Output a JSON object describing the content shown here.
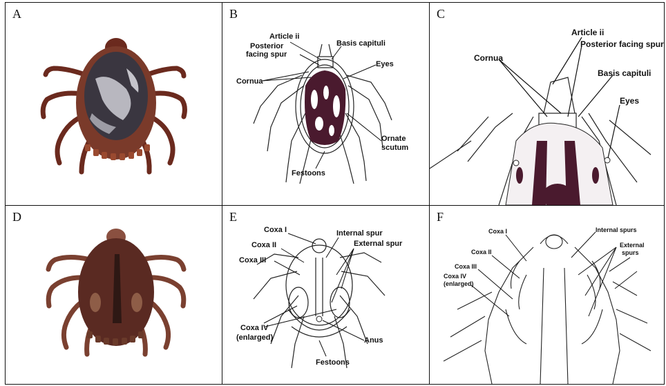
{
  "panels": {
    "A": {
      "letter": "A"
    },
    "B": {
      "letter": "B",
      "labels": {
        "article_ii": "Article ii",
        "basis_capituli": "Basis capituli",
        "posterior_spur_1": "Posterior",
        "posterior_spur_2": "facing spur",
        "eyes": "Eyes",
        "cornua": "Cornua",
        "ornate_scutum_1": "Ornate",
        "ornate_scutum_2": "scutum",
        "festoons": "Festoons"
      }
    },
    "C": {
      "letter": "C",
      "labels": {
        "article_ii": "Article ii",
        "posterior_spur": "Posterior facing spur",
        "cornua": "Cornua",
        "basis_capituli": "Basis capituli",
        "eyes": "Eyes"
      }
    },
    "D": {
      "letter": "D"
    },
    "E": {
      "letter": "E",
      "labels": {
        "coxa_i": "Coxa I",
        "coxa_ii": "Coxa II",
        "coxa_iii": "Coxa III",
        "internal_spur": "Internal spur",
        "external_spur": "External spur",
        "coxa_iv_1": "Coxa IV",
        "coxa_iv_2": "(enlarged)",
        "anus": "Anus",
        "festoons": "Festoons"
      }
    },
    "F": {
      "letter": "F",
      "labels": {
        "coxa_i": "Coxa I",
        "coxa_ii": "Coxa II",
        "coxa_iii": "Coxa III",
        "coxa_iv_1": "Coxa IV",
        "coxa_iv_2": "(enlarged)",
        "internal_spurs": "Internal spurs",
        "external_spurs_1": "External",
        "external_spurs_2": "spurs"
      }
    }
  },
  "colors": {
    "tick_brown": "#7a3a2a",
    "scutum_dark": "#4a1a2e",
    "ink": "#111111"
  }
}
